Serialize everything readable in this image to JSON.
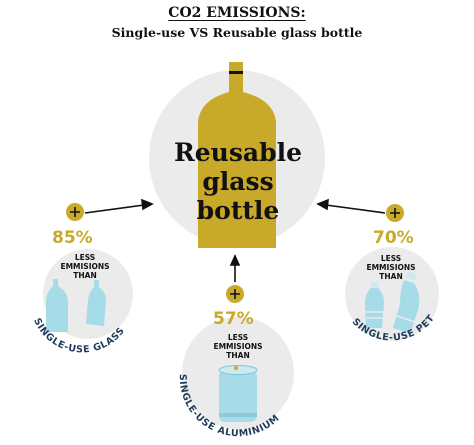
{
  "header": {
    "title": "CO2 EMISSIONS:",
    "subtitle": "Single-use VS Reusable glass bottle"
  },
  "center": {
    "label_line1": "Reusable",
    "label_line2": "glass",
    "label_line3": "bottle"
  },
  "items": [
    {
      "percent": "85%",
      "less_line1": "LESS",
      "less_line2": "EMMISIONS",
      "less_line3": "THAN",
      "label": "SINGLE-USE GLASS"
    },
    {
      "percent": "57%",
      "less_line1": "LESS",
      "less_line2": "EMMISIONS",
      "less_line3": "THAN",
      "label": "SINGLE-USE ALUMINIUM"
    },
    {
      "percent": "70%",
      "less_line1": "LESS",
      "less_line2": "EMMISIONS",
      "less_line3": "THAN",
      "label": "SINGLE-USE PET"
    }
  ],
  "colors": {
    "gold": "#c8a92a",
    "circle_gray": "#ebebeb",
    "light_blue": "#a6dbe8",
    "navy": "#1f3a5a"
  },
  "icons": {
    "plus": "plus-badge-icon",
    "arrow": "arrow-icon"
  }
}
